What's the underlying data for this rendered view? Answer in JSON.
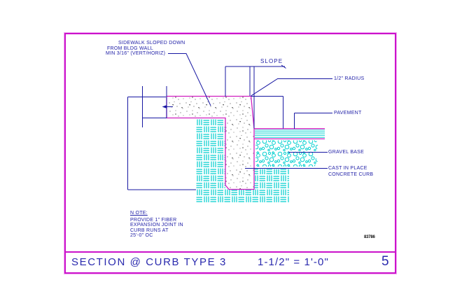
{
  "annotations": {
    "sidewalk_note": {
      "line1": "SIDEWALK SLOPED DOWN",
      "line2": "FROM BLDG WALL",
      "line3": "MIN 3/16\" (VERT/HORIZ)"
    },
    "slope_label": "SLOPE",
    "radius_label": "1/2\" RADIUS",
    "pavement_label": "PAVEMENT",
    "gravel_label": "GRAVEL BASE",
    "curb_label": {
      "line1": "CAST IN PLACE",
      "line2": "CONCRETE CURB"
    },
    "note": {
      "heading": "N OTE:",
      "line1": "PROVIDE 1\" FIBER",
      "line2": "EXPANSION JOINT IN",
      "line3": "CURB RUNS AT",
      "line4": "25'-0\" OC"
    },
    "stamp": "83786"
  },
  "title_block": {
    "title": "SECTION @ CURB TYPE 3",
    "scale": "1-1/2\" = 1'-0\"",
    "sheet_number": "5"
  },
  "colors": {
    "line_blue": "#1717a2",
    "border_magenta": "#cb13cb",
    "hatch_cyan": "#00cfcf",
    "concrete_stipple_gray": "#8c8c8c"
  }
}
